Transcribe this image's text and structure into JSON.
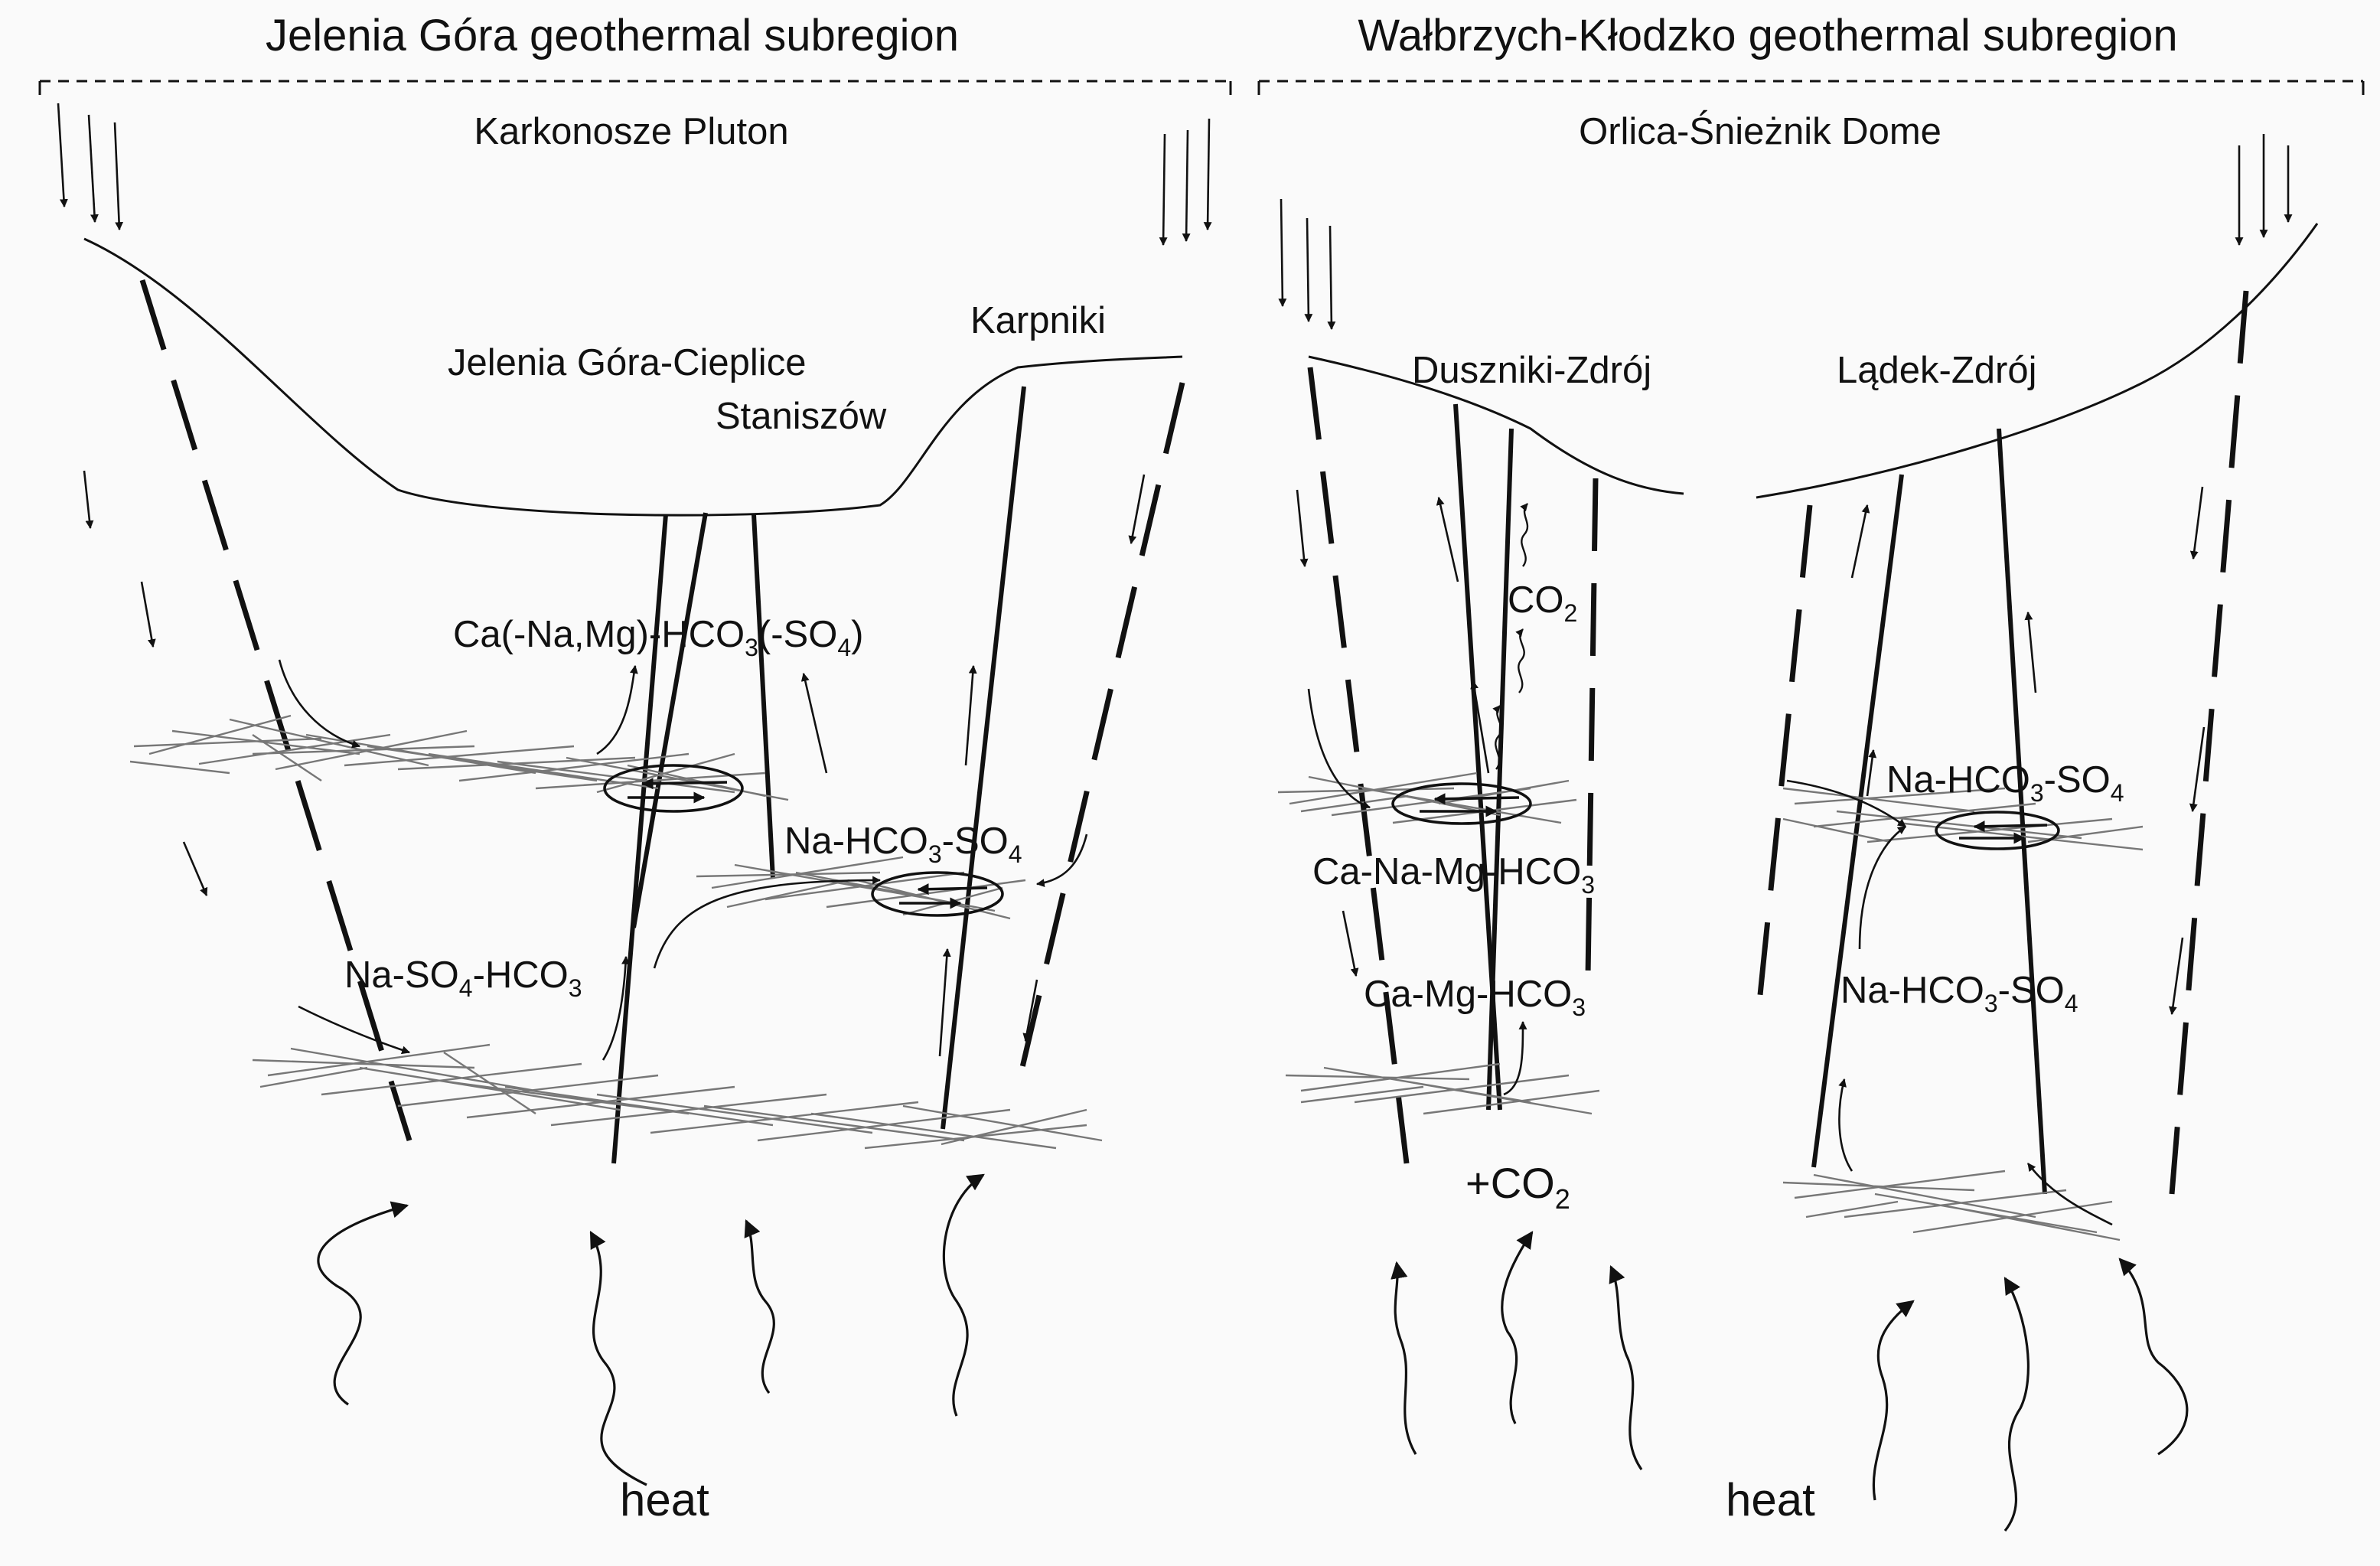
{
  "colors": {
    "background": "#fafafa",
    "ink": "#111111",
    "fracture": "#777777"
  },
  "regions": {
    "left": {
      "title": "Jelenia Góra geothermal subregion",
      "unit": "Karkonosze Pluton"
    },
    "right": {
      "title": "Wałbrzych-Kłodzko geothermal subregion",
      "unit": "Orlica-Śnieżnik Dome"
    }
  },
  "places": {
    "cieplice": "Jelenia Góra-Cieplice",
    "staniszow": "Staniszów",
    "karpniki": "Karpniki",
    "duszniki": "Duszniki-Zdrój",
    "ladek": "Lądek-Zdrój"
  },
  "water_types": {
    "ca_na_mg": {
      "p1": "Ca(-Na,Mg)-HCO",
      "s1": "3",
      "p2": "(-SO",
      "s2": "4",
      "p3": ")"
    },
    "na_hco3_so4_left": {
      "p1": "Na-HCO",
      "s1": "3",
      "p2": "-SO",
      "s2": "4"
    },
    "na_so4_hco3": {
      "p1": "Na-SO",
      "s1": "4",
      "p2": "-HCO",
      "s2": "3"
    },
    "ca_na_mg_hco3": {
      "p1": "Ca-Na-Mg-HCO",
      "s1": "3"
    },
    "ca_mg_hco3": {
      "p1": "Ca-Mg-HCO",
      "s1": "3"
    },
    "na_hco3_so4_upper": {
      "p1": "Na-HCO",
      "s1": "3",
      "p2": "-SO",
      "s2": "4"
    },
    "na_hco3_so4_lower": {
      "p1": "Na-HCO",
      "s1": "3",
      "p2": "-SO",
      "s2": "4"
    }
  },
  "gases": {
    "co2": {
      "base": "CO",
      "sub": "2"
    },
    "plus_co2": {
      "base": "+CO",
      "sub": "2"
    }
  },
  "heat_left": "heat",
  "heat_right": "heat"
}
